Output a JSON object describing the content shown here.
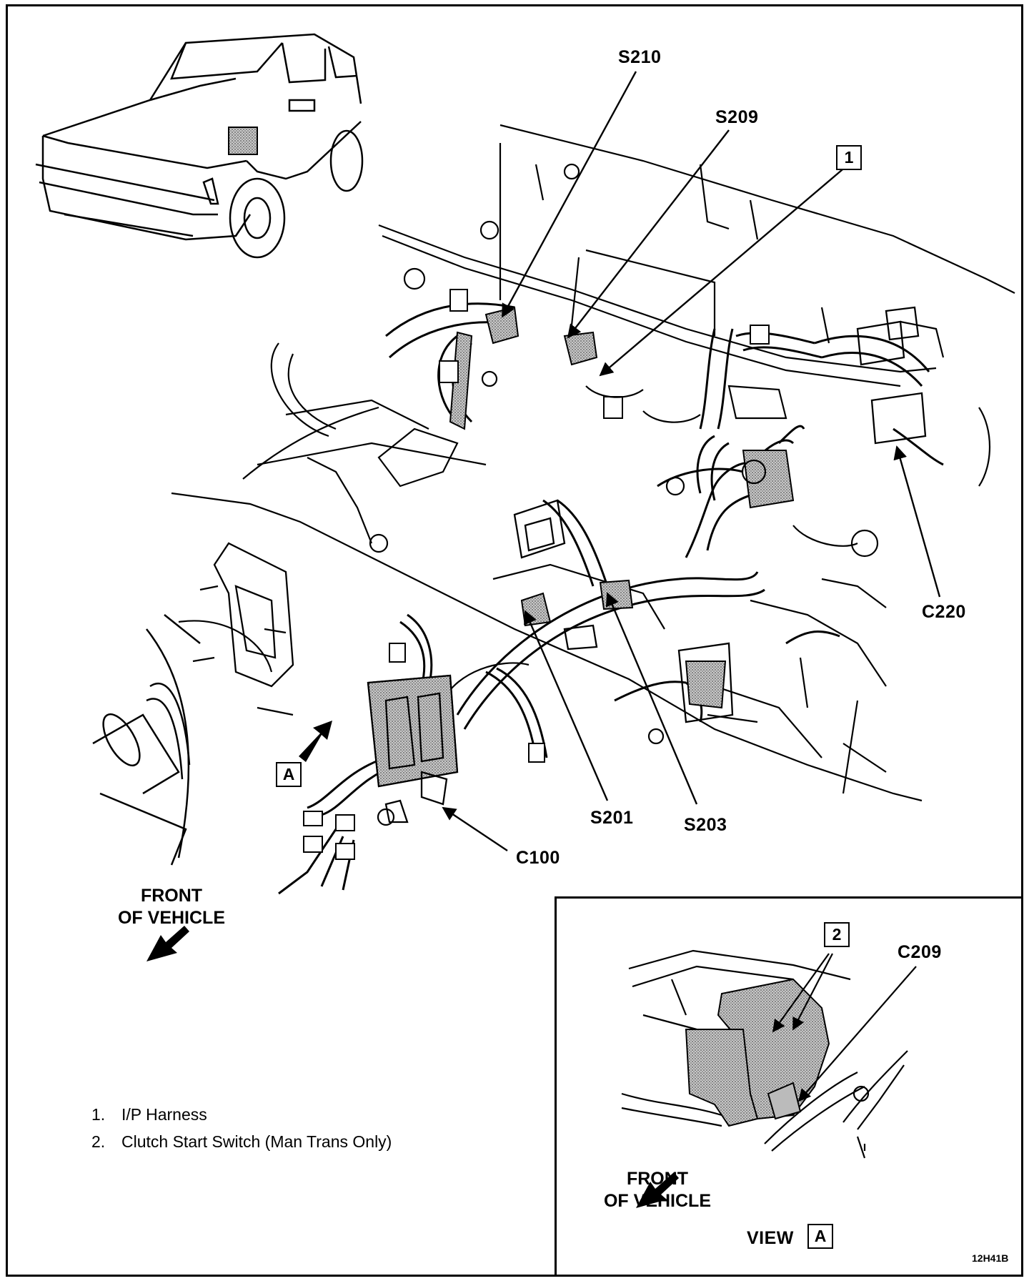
{
  "callouts": {
    "s210": "S210",
    "s209": "S209",
    "box1": "1",
    "c220": "C220",
    "boxA": "A",
    "s201": "S201",
    "s203": "S203",
    "c100": "C100",
    "c209": "C209",
    "box2": "2"
  },
  "front_main": {
    "line1": "FRONT",
    "line2": "OF VEHICLE"
  },
  "front_inset": {
    "line1": "FRONT",
    "line2": "OF VEHICLE"
  },
  "view": {
    "label": "VIEW",
    "box": "A"
  },
  "legend": [
    {
      "num": "1.",
      "text": "I/P Harness"
    },
    {
      "num": "2.",
      "text": "Clutch Start Switch (Man Trans Only)"
    }
  ],
  "figure_code": "12H41B",
  "colors": {
    "ink": "#000000",
    "shade": "#9a9a9a",
    "paper": "#ffffff"
  }
}
